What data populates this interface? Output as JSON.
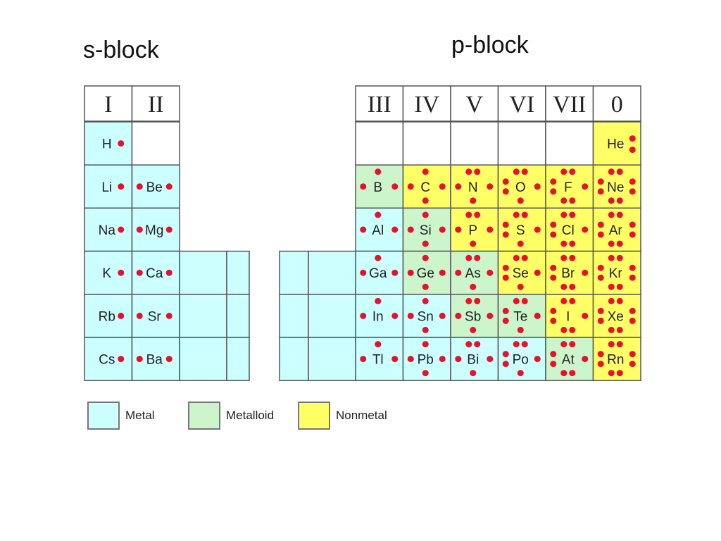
{
  "titles": {
    "s_block": "s-block",
    "p_block": "p-block"
  },
  "colors": {
    "metal": "#ccffff",
    "metalloid": "#ccf5cc",
    "nonmetal": "#ffff66",
    "dot": "#e8102a",
    "border": "#555555"
  },
  "s_block": {
    "groups": [
      "I",
      "II"
    ],
    "periods": [
      [
        {
          "symbol": "H",
          "kind": "metal",
          "dots": "1"
        },
        null
      ],
      [
        {
          "symbol": "Li",
          "kind": "metal",
          "dots": "1"
        },
        {
          "symbol": "Be",
          "kind": "metal",
          "dots": "2"
        }
      ],
      [
        {
          "symbol": "Na",
          "kind": "metal",
          "dots": "1"
        },
        {
          "symbol": "Mg",
          "kind": "metal",
          "dots": "2"
        }
      ],
      [
        {
          "symbol": "K",
          "kind": "metal",
          "dots": "1"
        },
        {
          "symbol": "Ca",
          "kind": "metal",
          "dots": "2"
        }
      ],
      [
        {
          "symbol": "Rb",
          "kind": "metal",
          "dots": "1"
        },
        {
          "symbol": "Sr",
          "kind": "metal",
          "dots": "2"
        }
      ],
      [
        {
          "symbol": "Cs",
          "kind": "metal",
          "dots": "1"
        },
        {
          "symbol": "Ba",
          "kind": "metal",
          "dots": "2"
        }
      ]
    ]
  },
  "p_block": {
    "groups": [
      "III",
      "IV",
      "V",
      "VI",
      "VII",
      "0"
    ],
    "periods": [
      [
        null,
        null,
        null,
        null,
        null,
        {
          "symbol": "He",
          "kind": "nonmetal",
          "dots": "2r"
        }
      ],
      [
        {
          "symbol": "B",
          "kind": "metalloid",
          "dots": "3"
        },
        {
          "symbol": "C",
          "kind": "nonmetal",
          "dots": "4"
        },
        {
          "symbol": "N",
          "kind": "nonmetal",
          "dots": "5"
        },
        {
          "symbol": "O",
          "kind": "nonmetal",
          "dots": "6"
        },
        {
          "symbol": "F",
          "kind": "nonmetal",
          "dots": "7"
        },
        {
          "symbol": "Ne",
          "kind": "nonmetal",
          "dots": "8"
        }
      ],
      [
        {
          "symbol": "Al",
          "kind": "metal",
          "dots": "3"
        },
        {
          "symbol": "Si",
          "kind": "metalloid",
          "dots": "4"
        },
        {
          "symbol": "P",
          "kind": "nonmetal",
          "dots": "5"
        },
        {
          "symbol": "S",
          "kind": "nonmetal",
          "dots": "6"
        },
        {
          "symbol": "Cl",
          "kind": "nonmetal",
          "dots": "7"
        },
        {
          "symbol": "Ar",
          "kind": "nonmetal",
          "dots": "8"
        }
      ],
      [
        {
          "symbol": "Ga",
          "kind": "metal",
          "dots": "3"
        },
        {
          "symbol": "Ge",
          "kind": "metalloid",
          "dots": "4"
        },
        {
          "symbol": "As",
          "kind": "metalloid",
          "dots": "5"
        },
        {
          "symbol": "Se",
          "kind": "nonmetal",
          "dots": "6"
        },
        {
          "symbol": "Br",
          "kind": "nonmetal",
          "dots": "7"
        },
        {
          "symbol": "Kr",
          "kind": "nonmetal",
          "dots": "8"
        }
      ],
      [
        {
          "symbol": "In",
          "kind": "metal",
          "dots": "3"
        },
        {
          "symbol": "Sn",
          "kind": "metal",
          "dots": "4"
        },
        {
          "symbol": "Sb",
          "kind": "metalloid",
          "dots": "5"
        },
        {
          "symbol": "Te",
          "kind": "metalloid",
          "dots": "6"
        },
        {
          "symbol": "I",
          "kind": "nonmetal",
          "dots": "7"
        },
        {
          "symbol": "Xe",
          "kind": "nonmetal",
          "dots": "8"
        }
      ],
      [
        {
          "symbol": "Tl",
          "kind": "metal",
          "dots": "3"
        },
        {
          "symbol": "Pb",
          "kind": "metal",
          "dots": "4"
        },
        {
          "symbol": "Bi",
          "kind": "metal",
          "dots": "5"
        },
        {
          "symbol": "Po",
          "kind": "metal",
          "dots": "6"
        },
        {
          "symbol": "At",
          "kind": "metalloid",
          "dots": "7"
        },
        {
          "symbol": "Rn",
          "kind": "nonmetal",
          "dots": "8"
        }
      ]
    ]
  },
  "legend": [
    {
      "label": "Metal",
      "kind": "metal"
    },
    {
      "label": "Metalloid",
      "kind": "metalloid"
    },
    {
      "label": "Nonmetal",
      "kind": "nonmetal"
    }
  ]
}
